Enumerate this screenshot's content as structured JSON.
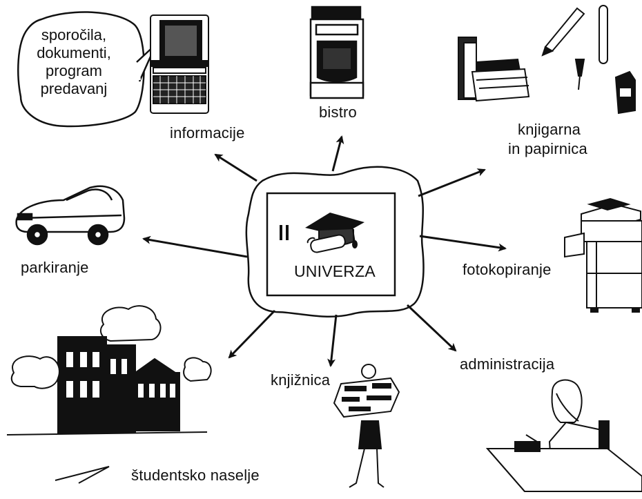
{
  "center": {
    "label": "UNIVERZA",
    "ii_text": "II"
  },
  "bubble": {
    "lines": [
      "sporočila,",
      "dokumenti,",
      "program",
      "predavanj"
    ]
  },
  "nodes": {
    "informacije": "informacije",
    "bistro": "bistro",
    "knjigarna_line1": "knjigarna",
    "knjigarna_line2": "in papirnica",
    "parkiranje": "parkiranje",
    "fotokopiranje": "fotokopiranje",
    "studentsko_naselje": "študentsko naselje",
    "knjiznica": "knjižnica",
    "administracija": "administracija"
  },
  "icons": [
    "computer-terminal-icon",
    "coffee-machine-icon",
    "books-stationery-icon",
    "car-icon",
    "photocopier-icon",
    "campus-building-icon",
    "student-with-books-icon",
    "office-worker-icon",
    "graduation-cap-icon"
  ],
  "colors": {
    "ink": "#111111",
    "background": "#ffffff"
  }
}
